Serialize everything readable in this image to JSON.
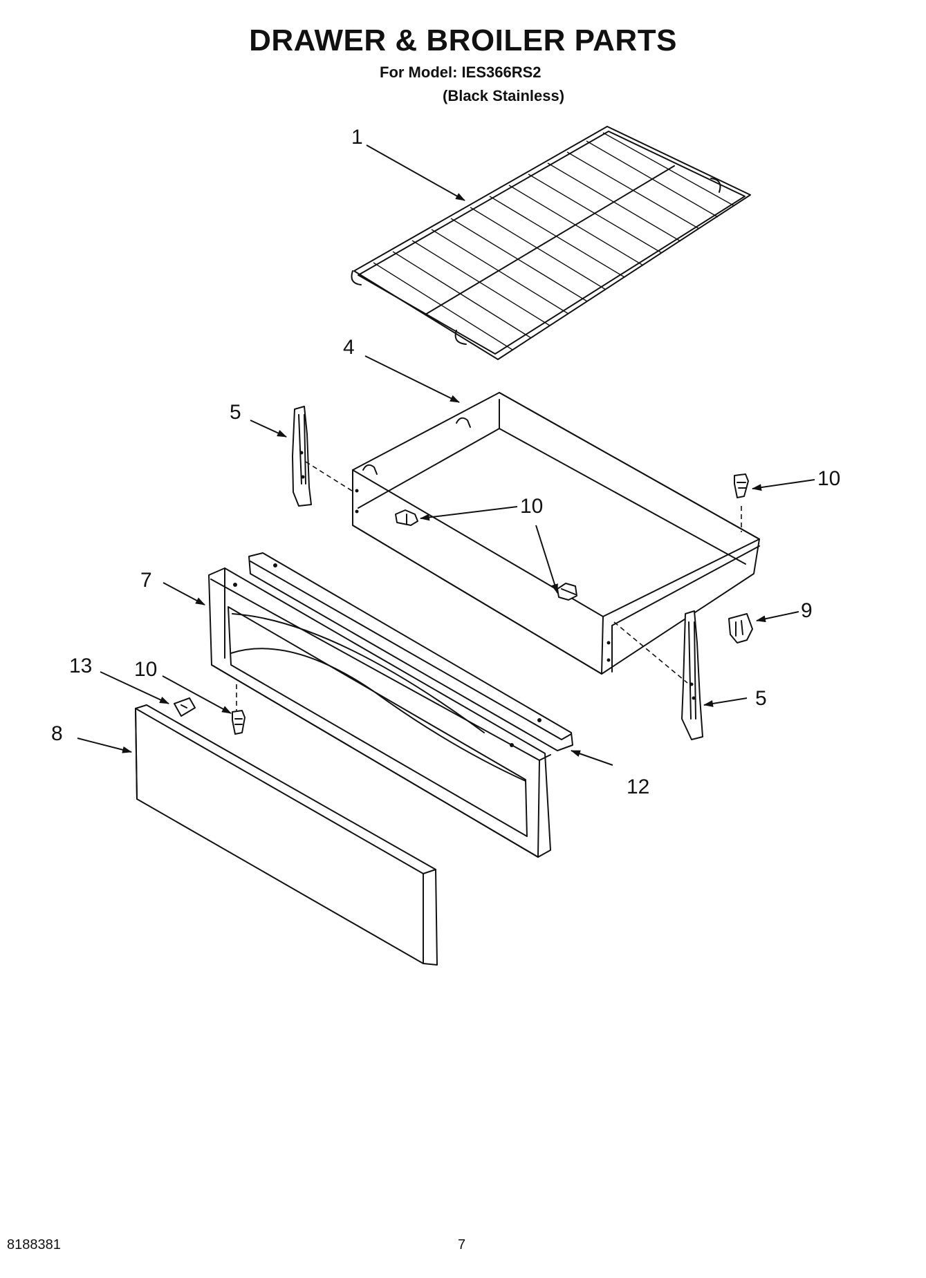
{
  "header": {
    "title": "DRAWER & BROILER PARTS",
    "model_line": "For Model: IES366RS2",
    "finish_line": "(Black Stainless)"
  },
  "callouts": {
    "c1": "1",
    "c4": "4",
    "c5a": "5",
    "c5b": "5",
    "c7": "7",
    "c8": "8",
    "c9": "9",
    "c10a": "10",
    "c10b": "10",
    "c10c": "10",
    "c12": "12",
    "c13": "13"
  },
  "footer": {
    "doc_number": "8188381",
    "page_number": "7"
  }
}
